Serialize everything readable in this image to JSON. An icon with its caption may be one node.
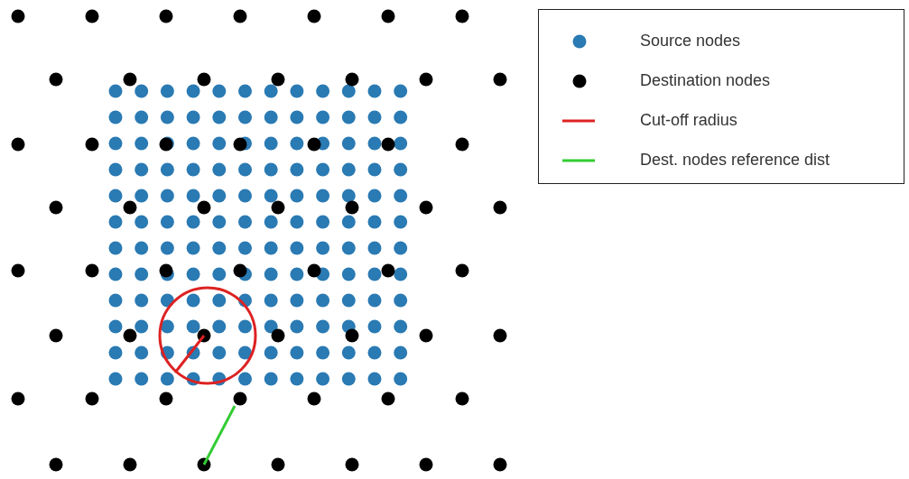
{
  "diagram": {
    "legend": [
      {
        "text": "Source nodes"
      },
      {
        "text": "Destination nodes"
      },
      {
        "text": "Cut-off radius"
      },
      {
        "text": "Dest. nodes reference dist"
      }
    ]
  }
}
